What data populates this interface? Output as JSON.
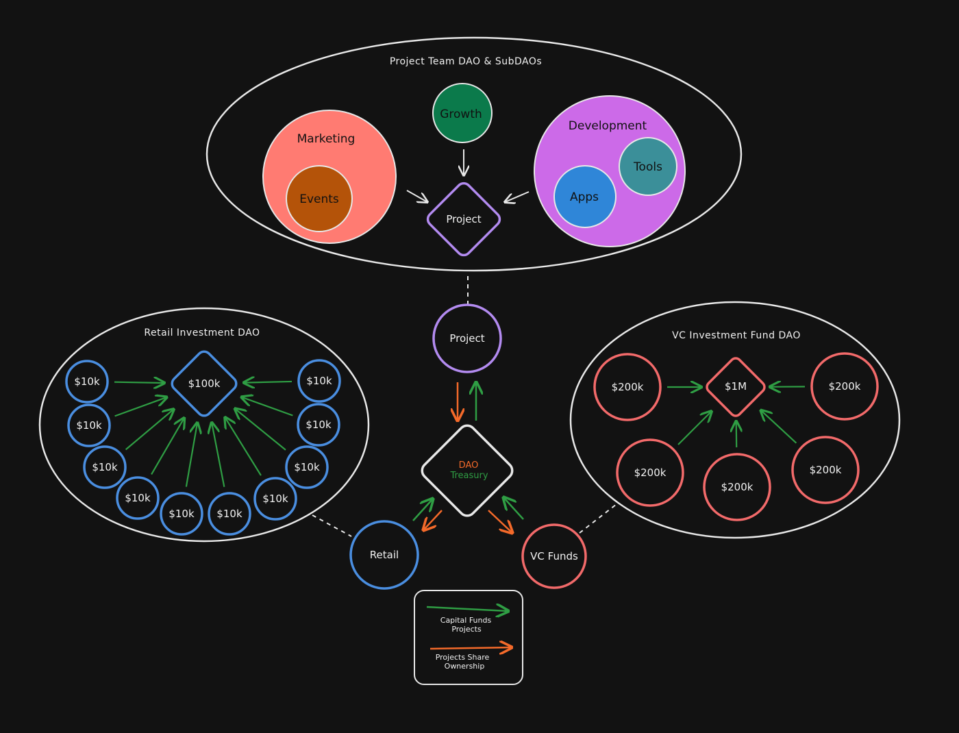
{
  "groups": {
    "project_team": {
      "title": "Project Team DAO & SubDAOs",
      "marketing": "Marketing",
      "events": "Events",
      "growth": "Growth",
      "development": "Development",
      "tools": "Tools",
      "apps": "Apps",
      "project": "Project"
    },
    "retail": {
      "title": "Retail Investment DAO",
      "center": "$100k",
      "members": [
        "$10k",
        "$10k",
        "$10k",
        "$10k",
        "$10k",
        "$10k",
        "$10k",
        "$10k",
        "$10k",
        "$10k"
      ]
    },
    "vc": {
      "title": "VC Investment Fund DAO",
      "center": "$1M",
      "members": [
        "$200k",
        "$200k",
        "$200k",
        "$200k",
        "$200k"
      ]
    }
  },
  "nodes": {
    "project": "Project",
    "treasury_line1": "DAO",
    "treasury_line2": "Treasury",
    "retail": "Retail",
    "vc_funds": "VC Funds"
  },
  "legend": {
    "capital_line1": "Capital Funds",
    "capital_line2": "Projects",
    "share_line1": "Projects Share",
    "share_line2": "Ownership"
  },
  "colors": {
    "background": "#121212",
    "outline": "#e8e8e8",
    "marketing": "#ff7b72",
    "events": "#b45309",
    "growth": "#0b7a4b",
    "development": "#cc6ae8",
    "tools": "#3b8f99",
    "apps": "#2f86d8",
    "project_diamond": "#b38bf0",
    "retail_blue": "#4a8ee0",
    "vc_red": "#f26a6a",
    "capital_green": "#2f9e44",
    "share_orange": "#f46a2a"
  }
}
